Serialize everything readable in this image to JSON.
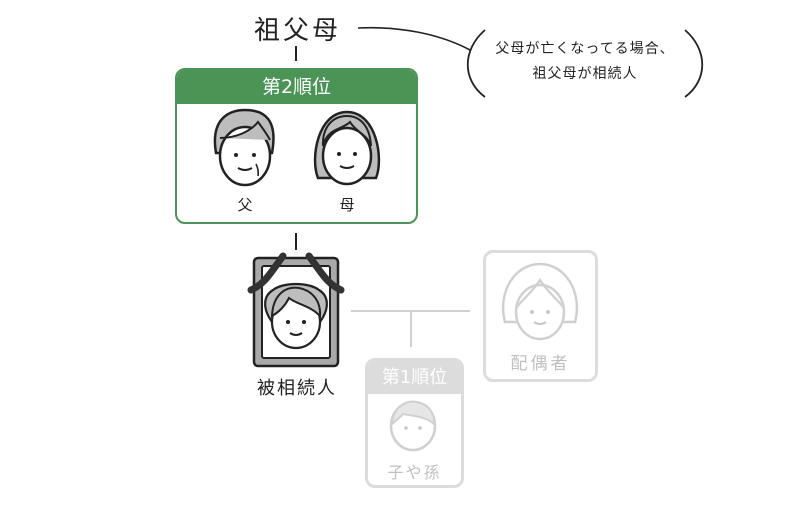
{
  "grandparents": {
    "label": "祖父母"
  },
  "callout": {
    "line1": "父母が亡くなってる場合、",
    "line2": "祖父母が相続人"
  },
  "second_rank": {
    "header": "第2順位",
    "father": "父",
    "mother": "母",
    "color": "#4a9455"
  },
  "deceased": {
    "label": "被相続人"
  },
  "spouse": {
    "label": "配偶者"
  },
  "first_rank": {
    "header": "第1順位",
    "child": "子や孫",
    "color": "#dcdcdc"
  }
}
